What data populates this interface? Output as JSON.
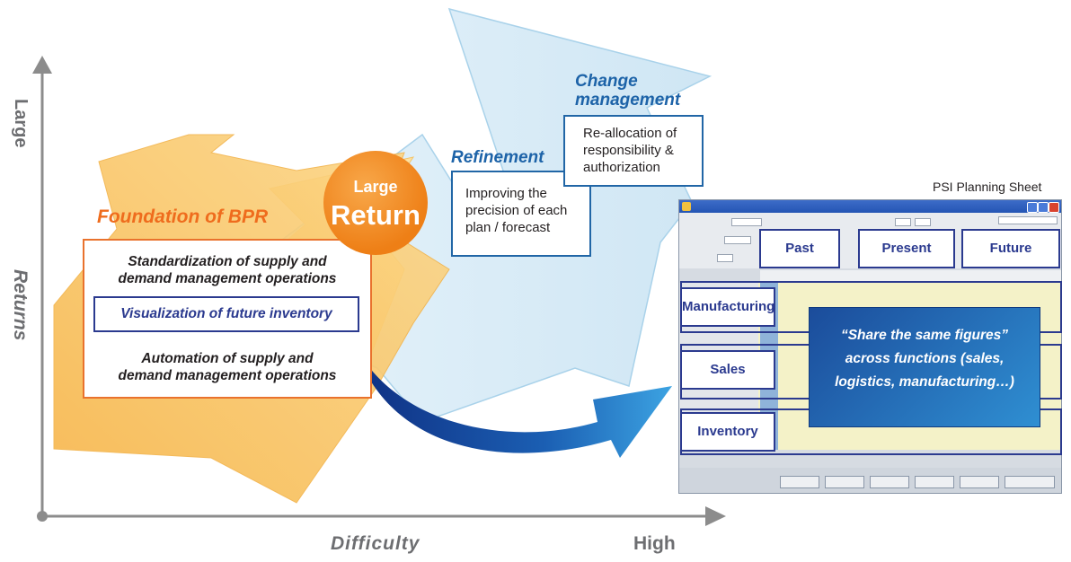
{
  "axes": {
    "y_top_label": "Large",
    "y_label": "Returns",
    "x_label": "Difficulty",
    "x_end_label": "High"
  },
  "stages": {
    "foundation": {
      "title": "Foundation of BPR",
      "line1a": "Standardization of supply and",
      "line1b": "demand management operations",
      "highlight": "Visualization of future inventory",
      "line3a": "Automation of supply and",
      "line3b": "demand management operations"
    },
    "refinement": {
      "title": "Refinement",
      "lines": [
        "Improving the",
        "precision of each",
        "plan / forecast"
      ]
    },
    "change": {
      "title_a": "Change",
      "title_b": "management",
      "lines": [
        "Re-allocation of",
        "responsibility &",
        "authorization"
      ]
    }
  },
  "badge": {
    "line1": "Large",
    "line2": "Return"
  },
  "psi": {
    "caption": "PSI Planning Sheet",
    "columns": {
      "past": "Past",
      "present": "Present",
      "future": "Future"
    },
    "rows": {
      "manufacturing": "Manufacturing",
      "sales": "Sales",
      "inventory": "Inventory"
    },
    "callout_lines": [
      "“Share the same figures”",
      "across functions (sales,",
      "logistics, manufacturing…)"
    ]
  },
  "colors": {
    "orange": "#ef6c1d",
    "navy": "#2b3a8f",
    "blue": "#1d63a8",
    "arrow_light_blue": "#ddeef8",
    "arrow_yellow": "#fcd27e"
  }
}
